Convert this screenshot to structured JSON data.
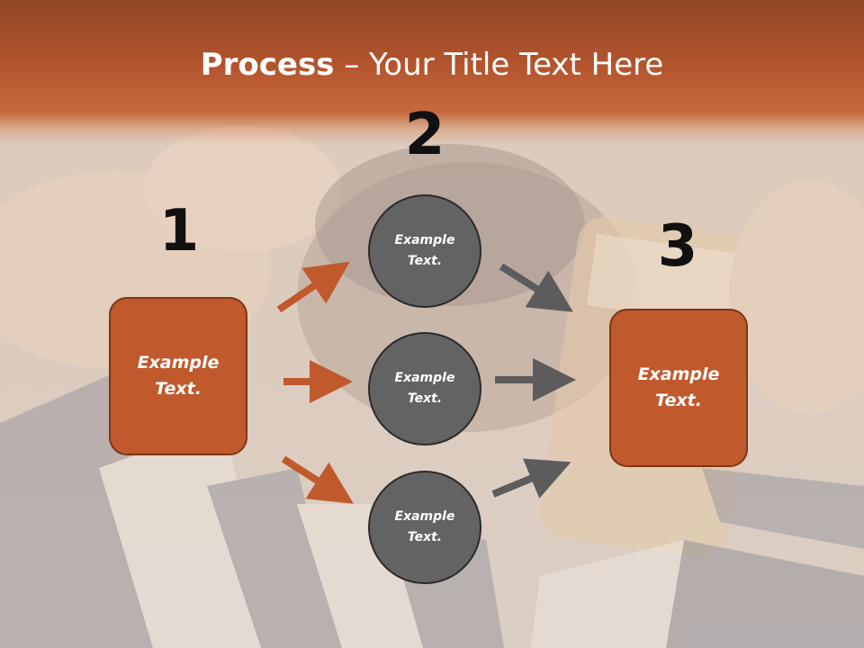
{
  "title": {
    "bold": "Process",
    "rest": " – Your Title Text Here"
  },
  "colors": {
    "orange": "#c0592c",
    "gray": "#636363",
    "band": "#b3542d"
  },
  "steps": [
    {
      "number": "1",
      "label": "Example\nText."
    },
    {
      "number": "2",
      "label": "Example\nText."
    },
    {
      "number": "3",
      "label": "Example\nText."
    }
  ],
  "circles": [
    {
      "label": "Example\nText."
    },
    {
      "label": "Example\nText."
    },
    {
      "label": "Example\nText."
    }
  ],
  "background": {
    "description_icon": "photo-background"
  }
}
